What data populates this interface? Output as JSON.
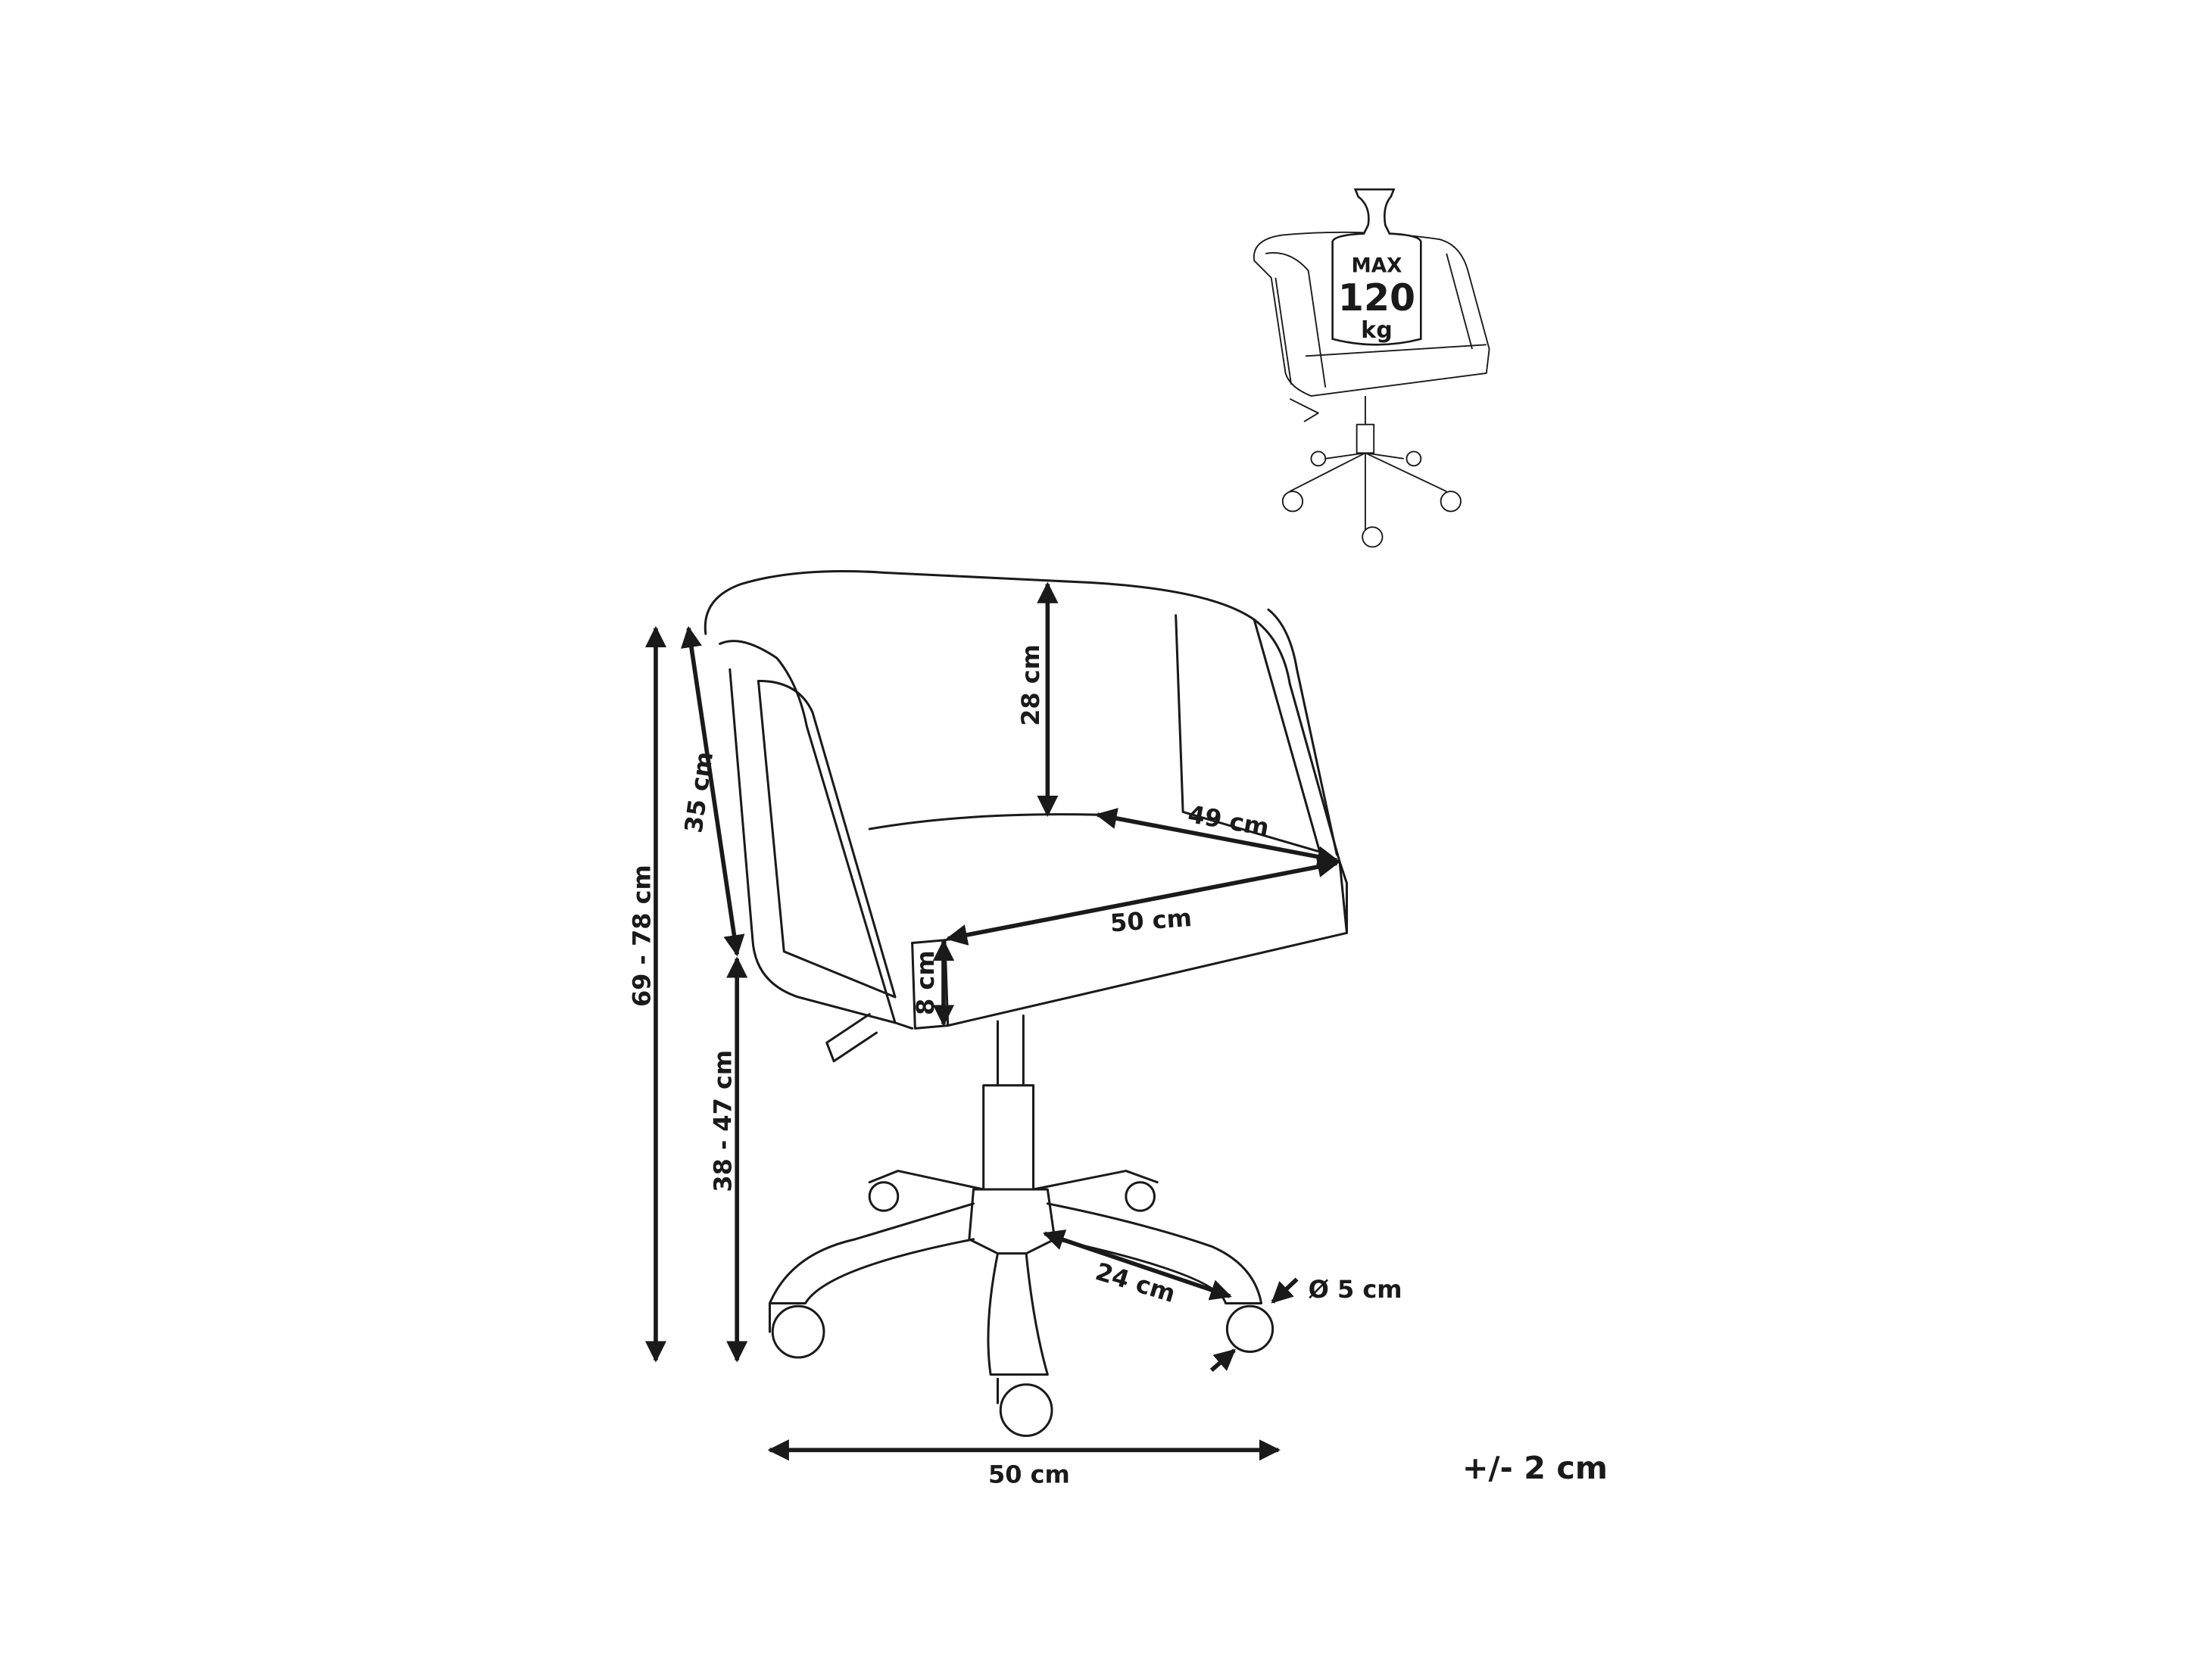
{
  "weight_badge": {
    "line1": "MAX",
    "line2": "120",
    "line3": "kg"
  },
  "dimensions": {
    "total_height": "69 - 78 cm",
    "seat_height": "38 - 47 cm",
    "armrest_height": "35 cm",
    "backrest_height": "28 cm",
    "seat_depth": "49 cm",
    "seat_width": "50 cm",
    "seat_thickness": "8 cm",
    "leg_length": "24 cm",
    "wheel_diameter": "Ø 5 cm",
    "base_width": "50 cm"
  },
  "tolerance": "+/- 2 cm",
  "colors": {
    "line": "#1a1a1a",
    "background": "#ffffff"
  }
}
